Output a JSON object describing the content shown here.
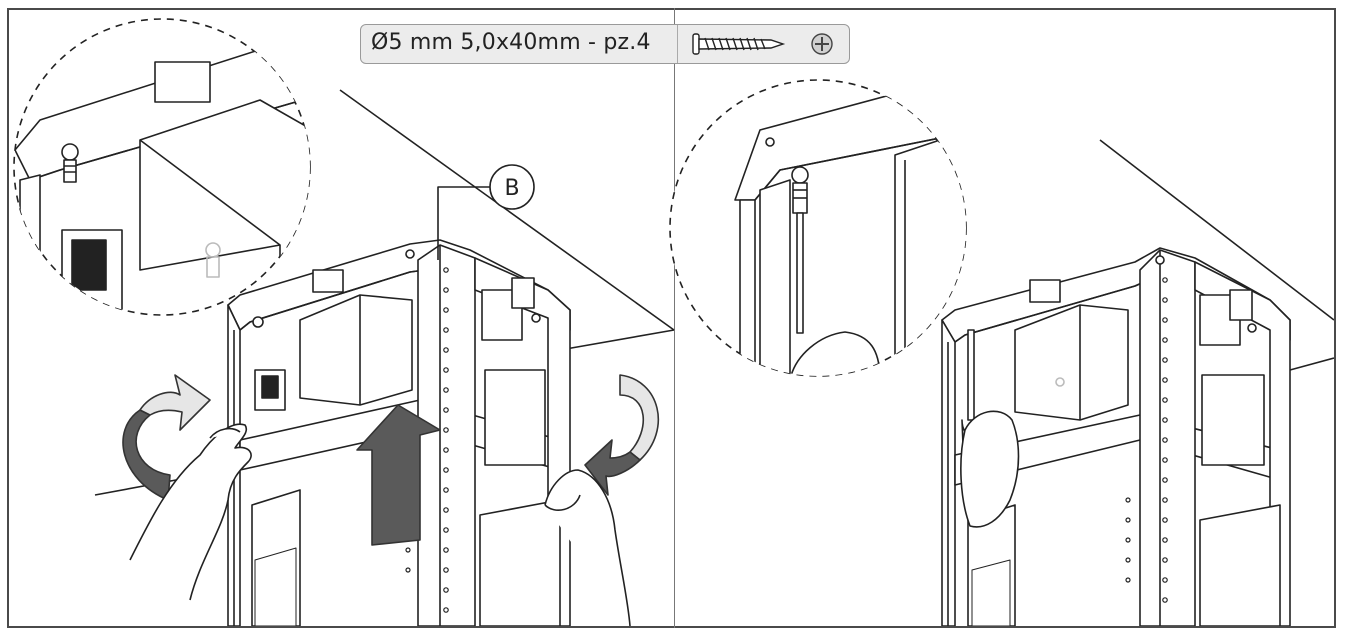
{
  "screw_label": {
    "spec_text": "Ø5 mm 5,0x40mm - pz.4",
    "screw_icon": "wood-screw-icon",
    "head_icon": "phillips-head-icon"
  },
  "callout": {
    "letter": "B"
  },
  "panels": [
    {
      "name": "left-step",
      "description_icons": [
        "rotate-left-arrow-icon",
        "up-arrow-icon",
        "rotate-right-arrow-icon"
      ]
    },
    {
      "name": "right-step",
      "description_icons": [
        "screwdriver-icon"
      ]
    }
  ],
  "colors": {
    "line": "#222222",
    "arrow_dark": "#555555",
    "arrow_light": "#e6e6e6",
    "label_bg": "#ececec"
  }
}
